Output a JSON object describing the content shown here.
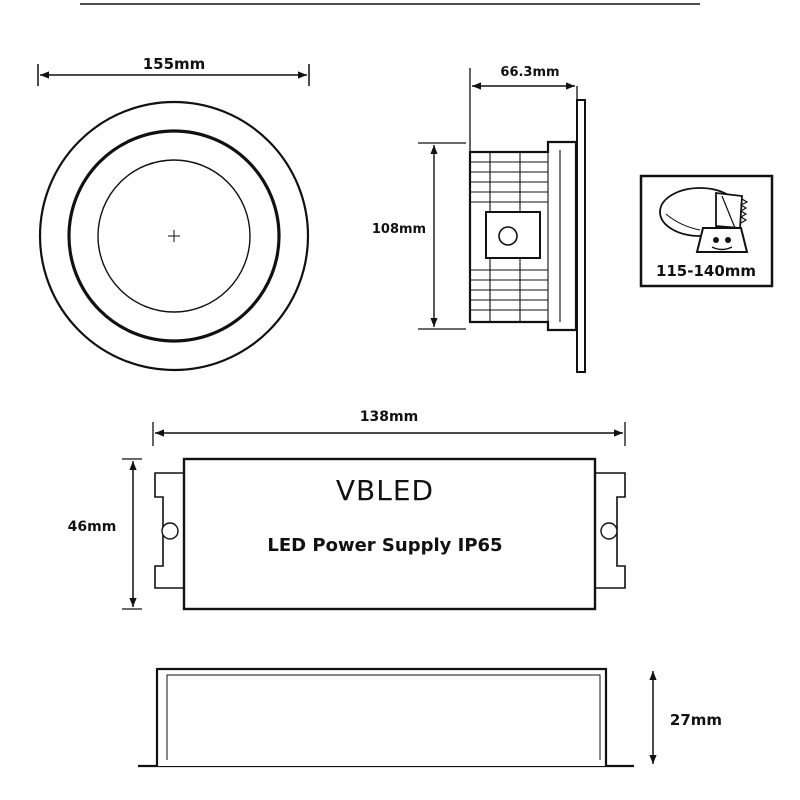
{
  "downlight_front": {
    "width_label": "155mm"
  },
  "downlight_side": {
    "depth_label": "66.3mm",
    "height_label": "108mm"
  },
  "cutout_inset": {
    "label": "115-140mm"
  },
  "power_supply_top": {
    "length_label": "138mm",
    "width_label": "46mm",
    "brand": "VBLED",
    "product_label": "LED Power Supply IP65"
  },
  "power_supply_side": {
    "height_label": "27mm"
  },
  "colors": {
    "line": "#111111",
    "background": "#ffffff"
  },
  "icons": {
    "saw": "saw-icon",
    "ceiling_hole": "ceiling-hole-icon"
  }
}
